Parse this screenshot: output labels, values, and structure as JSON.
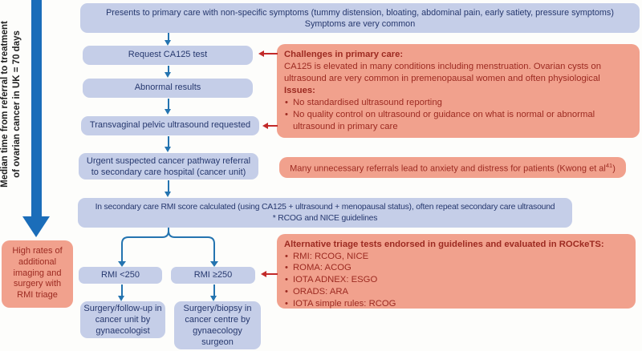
{
  "colors": {
    "box_fill": "#c5cee8",
    "box_text": "#26386e",
    "callout_fill": "#f1a18d",
    "callout_text": "#9c2a21",
    "flow_arrow": "#2474b0",
    "red_arrow": "#c22a29",
    "timeline_arrow": "#1b6db9"
  },
  "sidebar": {
    "timeline_line1": "Median time from referral to treatment",
    "timeline_line2": "of ovarian cancer in UK = 70 days",
    "outcome_note": "High rates of additional imaging and surgery with RMI triage"
  },
  "flow": {
    "presentation_line1": "Presents to primary care with non-specific symptoms (tummy distension, bloating, abdominal pain, early satiety, pressure symptoms)",
    "presentation_line2": "Symptoms are very common",
    "step_ca125": "Request CA125 test",
    "step_abnormal": "Abnormal results",
    "step_ultrasound": "Transvaginal pelvic ultrasound requested",
    "step_referral": "Urgent suspected cancer pathway referral to secondary care hospital (cancer unit)",
    "rmi_line1": "In secondary care RMI score calculated (using CA125 + ultrasound + menopausal status), often repeat secondary care ultrasound",
    "rmi_line2": "* RCOG and NICE guidelines",
    "branch_low": "RMI <250",
    "branch_high": "RMI ≥250",
    "outcome_low": "Surgery/follow-up in cancer unit by gynaecologist",
    "outcome_high": "Surgery/biopsy in cancer centre by gynaecology surgeon"
  },
  "callouts": {
    "challenges": {
      "heading1": "Challenges in primary care:",
      "body1": "CA125 is elevated in many conditions including menstruation. Ovarian cysts on ultrasound are very common in premenopausal women and often physiological",
      "heading2": "Issues:",
      "bullets": [
        "No standardised ultrasound reporting",
        "No quality control on ultrasound or guidance on what is normal or abnormal ultrasound in primary care"
      ]
    },
    "referrals_note": {
      "text": "Many unnecessary referrals lead to anxiety and distress for patients (Kwong et al",
      "ref": "41",
      "suffix": ")"
    },
    "triage": {
      "heading": "Alternative triage tests endorsed in guidelines and evaluated in ROCkeTS:",
      "bullets": [
        "RMI: RCOG, NICE",
        "ROMA: ACOG",
        "IOTA ADNEX: ESGO",
        "ORADS: ARA",
        "IOTA simple rules: RCOG"
      ]
    }
  }
}
